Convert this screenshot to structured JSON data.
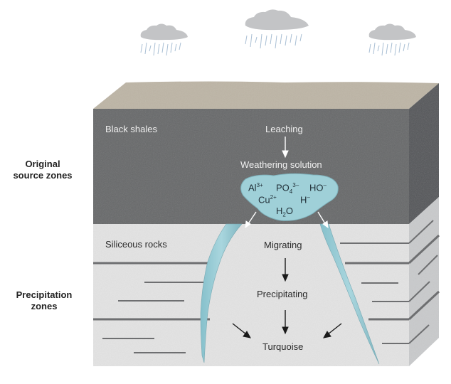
{
  "diagram": {
    "side_labels": {
      "source_zones": [
        "Original",
        "source zones"
      ],
      "precipitation_zones": [
        "Precipitation",
        "zones"
      ]
    },
    "layers": {
      "top": "Black shales",
      "bottom": "Siliceous rocks"
    },
    "process": {
      "leaching": "Leaching",
      "weathering_solution": "Weathering solution",
      "migrating": "Migrating",
      "precipitating": "Precipitating",
      "turquoise": "Turquoise"
    },
    "ions": [
      {
        "base": "Al",
        "sup": "3+",
        "sub": ""
      },
      {
        "base": "PO",
        "sub": "4",
        "sup": "3–"
      },
      {
        "base": "HO",
        "sup": "–",
        "sub": ""
      },
      {
        "base": "Cu",
        "sup": "2+",
        "sub": ""
      },
      {
        "base": "H",
        "sup": "–",
        "sub": ""
      },
      {
        "base": "H",
        "sub": "2",
        "sup": "",
        "tail": "O"
      }
    ],
    "clouds": [
      "rain-cloud",
      "rain-cloud",
      "rain-cloud"
    ],
    "colors": {
      "shale": "#68696b",
      "shale_side": "#55575a",
      "siliceous": "#e3e3e3",
      "siliceous_side": "#c9cacc",
      "top_soil": "#bdb5a6",
      "solution": "#9fd0d8",
      "cloud": "#c3c4c6",
      "rain": "#a9bfd4"
    }
  }
}
